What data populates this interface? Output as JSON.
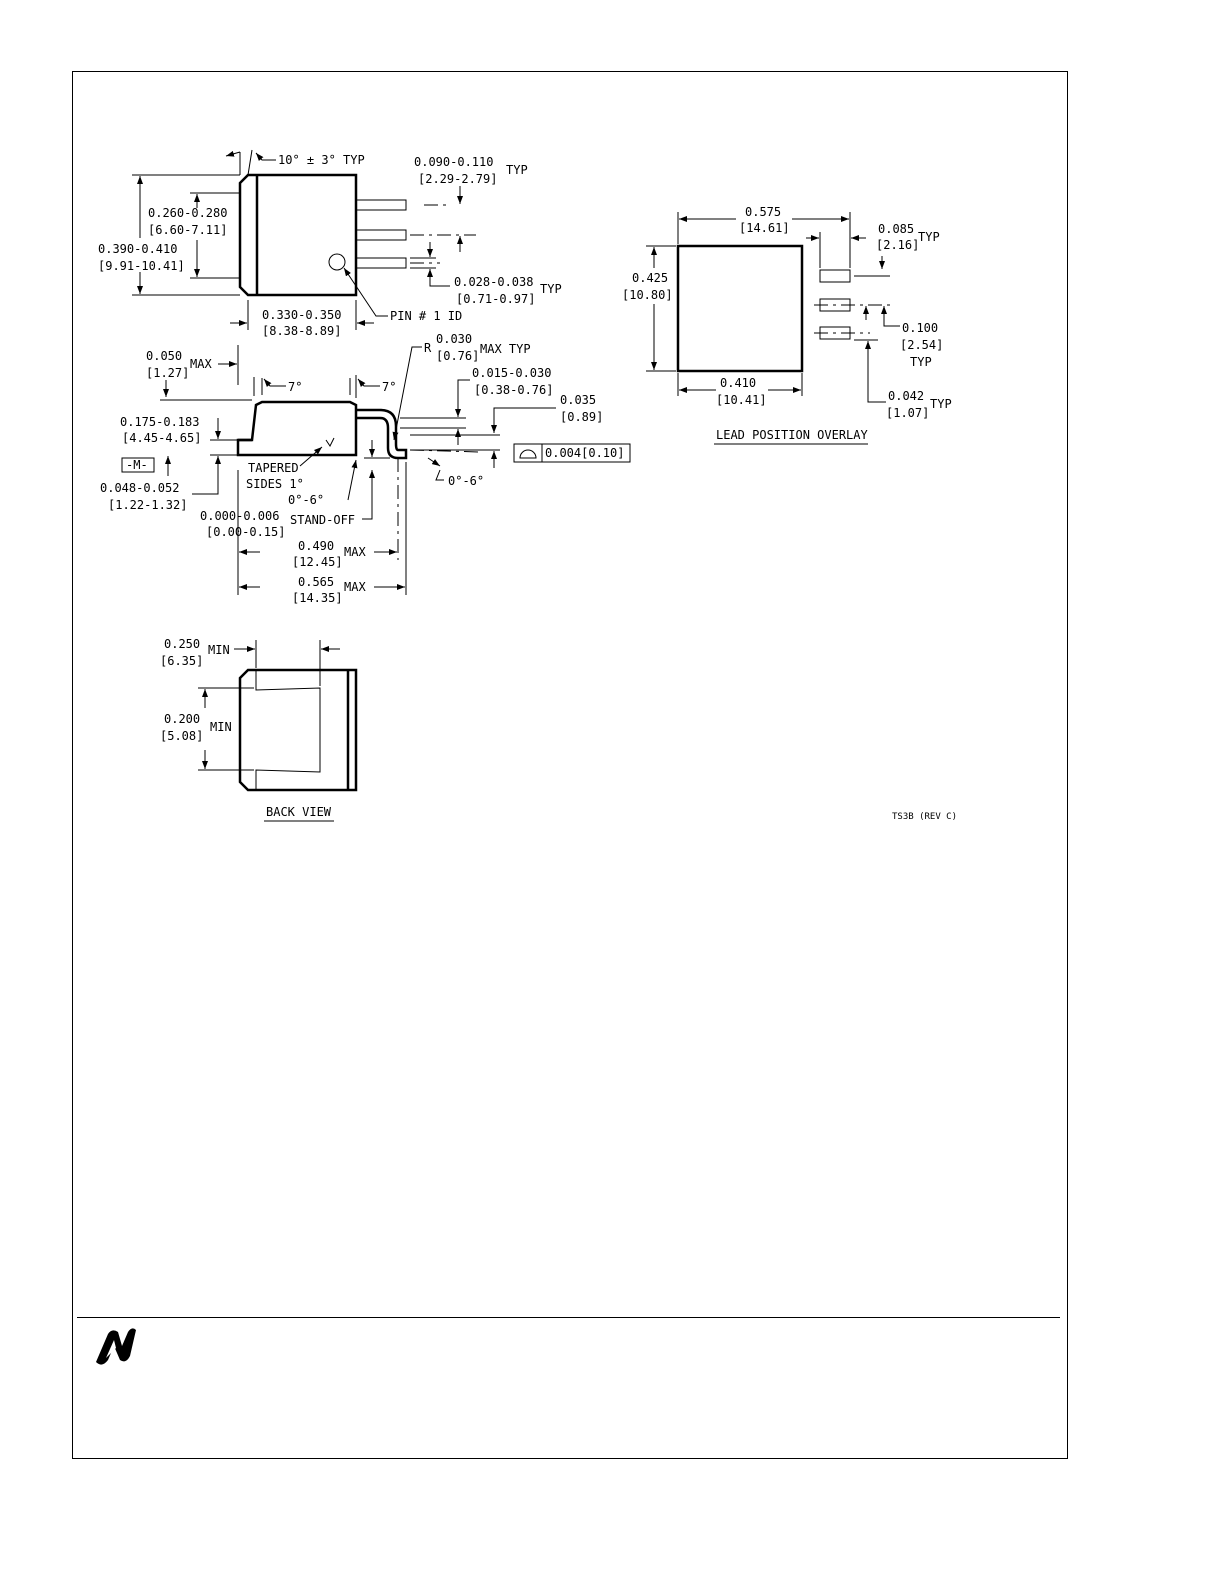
{
  "drawing_id": "TS3B (REV C)",
  "top_view": {
    "angle": "10° ± 3° TYP",
    "lead_length": "0.090-0.110",
    "lead_length_mm": "[2.29-2.79]",
    "typ": "TYP",
    "body_height_inner": "0.260-0.280",
    "body_height_inner_mm": "[6.60-7.11]",
    "body_height": "0.390-0.410",
    "body_height_mm": "[9.91-10.41]",
    "lead_width": "0.028-0.038",
    "lead_width_mm": "[0.71-0.97]",
    "body_width": "0.330-0.350",
    "body_width_mm": "[8.38-8.89]",
    "pin_id": "PIN # 1 ID"
  },
  "side_view": {
    "tab": "0.050",
    "tab_mm": "[1.27]",
    "max": "MAX",
    "draft_left": "7°",
    "draft_right": "7°",
    "radius_r": "R",
    "radius": "0.030",
    "radius_mm": "[0.76]",
    "max_typ": "MAX TYP",
    "lead_thk": "0.015-0.030",
    "lead_thk_mm": "[0.38-0.76]",
    "foot": "0.035",
    "foot_mm": "[0.89]",
    "height": "0.175-0.183",
    "height_mm": "[4.45-4.65]",
    "datum": "-M-",
    "flatness": "0.004[0.10]",
    "tab_thk": "0.048-0.052",
    "tab_thk_mm": "[1.22-1.32]",
    "tapered": "TAPERED",
    "sides": "SIDES 1°",
    "foot_angle": "0°-6°",
    "foot_angle2": "0°-6°",
    "standoff": "0.000-0.006",
    "standoff_mm": "[0.00-0.15]",
    "standoff_label": "STAND-OFF",
    "len_body": "0.490",
    "len_body_mm": "[12.45]",
    "len_total": "0.565",
    "len_total_mm": "[14.35]"
  },
  "back_view": {
    "width": "0.250",
    "width_mm": "[6.35]",
    "min": "MIN",
    "height": "0.200",
    "height_mm": "[5.08]",
    "title": "BACK VIEW"
  },
  "overlay": {
    "pad_width": "0.575",
    "pad_width_mm": "[14.61]",
    "lead_len": "0.085",
    "lead_len_mm": "[2.16]",
    "typ": "TYP",
    "pad_height": "0.425",
    "pad_height_mm": "[10.80]",
    "pitch": "0.100",
    "pitch_mm": "[2.54]",
    "pitch_typ": "TYP",
    "pad_bottom": "0.410",
    "pad_bottom_mm": "[10.41]",
    "lead_w": "0.042",
    "lead_w_mm": "[1.07]",
    "lead_w_typ": "TYP",
    "title": "LEAD POSITION OVERLAY"
  }
}
